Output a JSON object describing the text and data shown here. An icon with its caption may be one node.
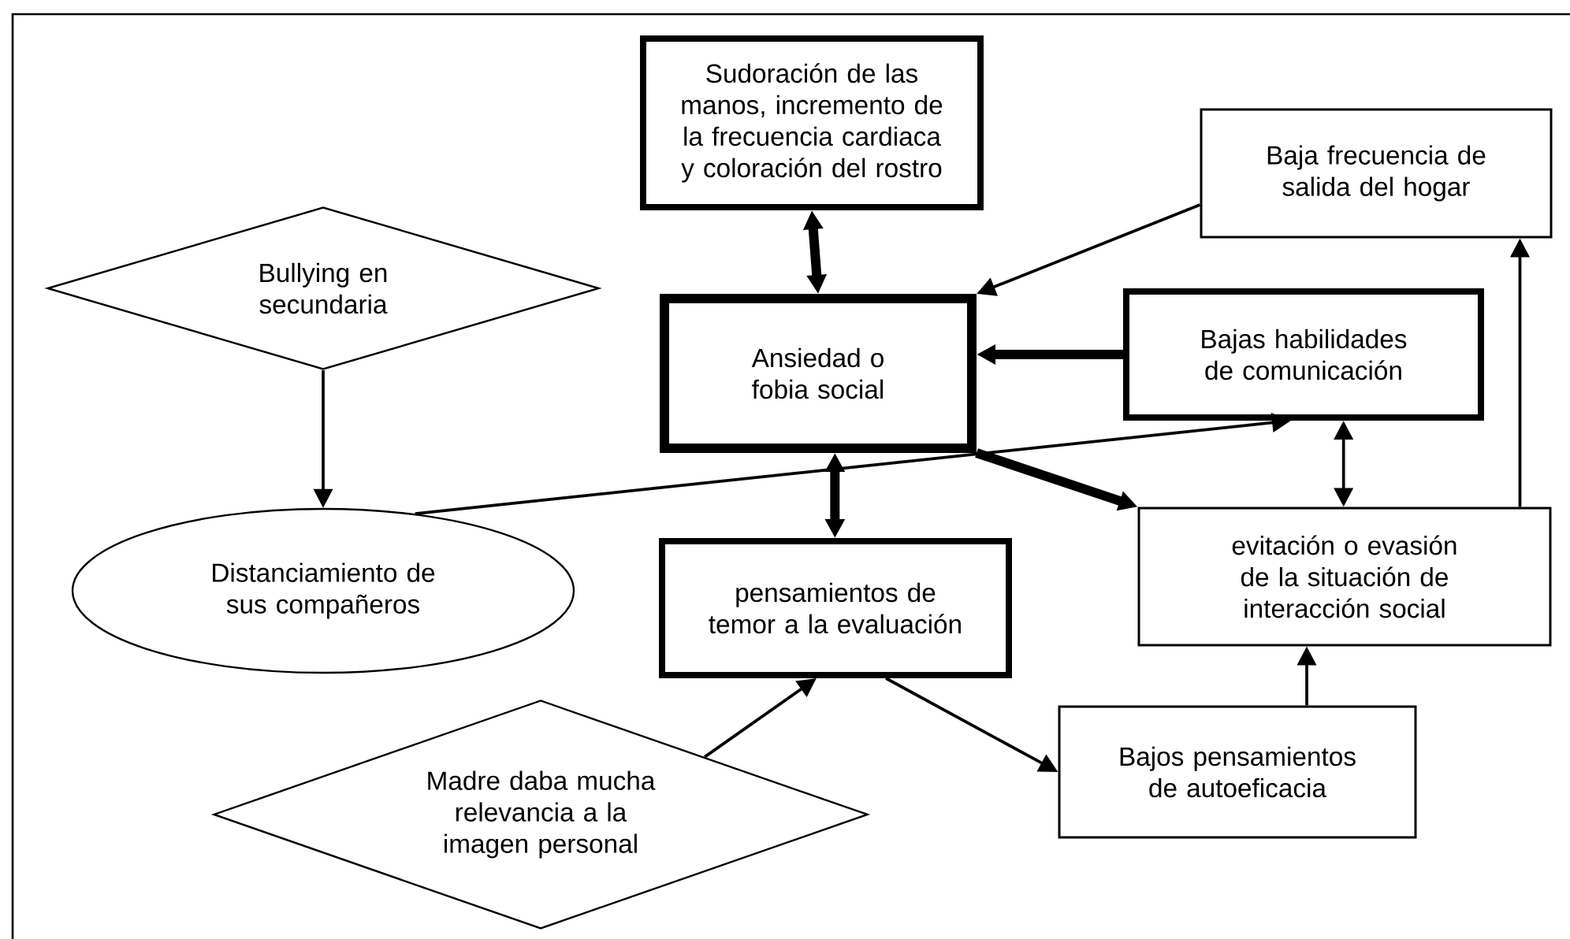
{
  "diagram": {
    "nodes": [
      {
        "text": [
          "Sudoración de las manos, incremento de la frecuencia cardiaca y coloración del rostro"
        ]
      },
      {
        "text": [
          "Baja frecuencia de salida del hogar"
        ]
      },
      {
        "text": [
          "Bullying en secundaria"
        ]
      },
      {
        "text": [
          "Ansiedad o fobia social"
        ]
      },
      {
        "text": [
          "Bajas habilidades de comunicación"
        ]
      },
      {
        "text": [
          "Distanciamiento de sus compañeros"
        ]
      },
      {
        "text": [
          "pensamientos de temor a la evaluación"
        ]
      },
      {
        "text": [
          "evitación o evasión de la situación de interacción social"
        ]
      },
      {
        "text": [
          "Madre daba mucha relevancia a la imagen personal"
        ]
      },
      {
        "text": [
          "Bajos pensamientos de autoeficacia"
        ]
      }
    ],
    "edges": [
      {
        "from": 0,
        "to": 3,
        "arrow": "both",
        "style": "thick"
      },
      {
        "from": 1,
        "to": 3,
        "arrow": "to"
      },
      {
        "from": 2,
        "to": 5,
        "arrow": "to"
      },
      {
        "from": 4,
        "to": 3,
        "arrow": "to",
        "style": "thick"
      },
      {
        "from": 5,
        "to": 4,
        "arrow": "to"
      },
      {
        "from": 3,
        "to": 6,
        "arrow": "both",
        "style": "thick"
      },
      {
        "from": 3,
        "to": 7,
        "arrow": "to",
        "style": "thick"
      },
      {
        "from": 4,
        "to": 7,
        "arrow": "both"
      },
      {
        "from": 7,
        "to": 1,
        "arrow": "to"
      },
      {
        "from": 8,
        "to": 6,
        "arrow": "to"
      },
      {
        "from": 6,
        "to": 9,
        "arrow": "to"
      },
      {
        "from": 9,
        "to": 7,
        "arrow": "to"
      }
    ]
  }
}
